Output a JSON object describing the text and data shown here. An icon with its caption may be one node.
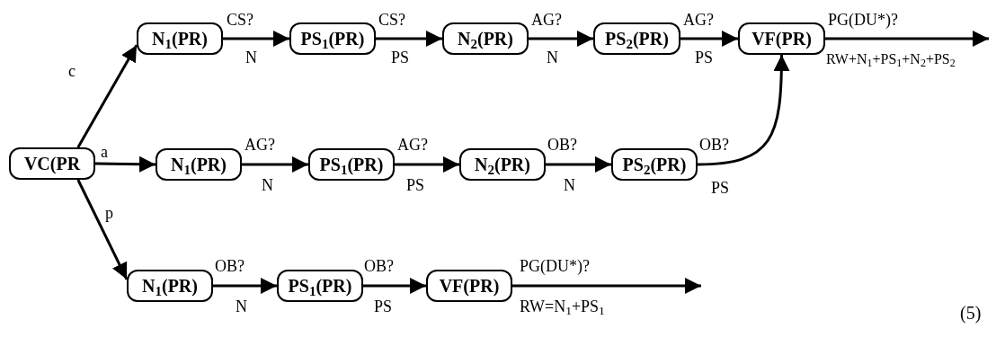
{
  "diagram": {
    "nodes": [
      {
        "text": [
          "VC(PR"
        ]
      },
      {
        "text": [
          "N$_{1}$(PR)"
        ]
      },
      {
        "text": [
          "PS$_{1}$(PR)"
        ]
      },
      {
        "text": [
          "N$_{2}$(PR)"
        ]
      },
      {
        "text": [
          "PS$_{2}$(PR)"
        ]
      },
      {
        "text": [
          "VF(PR)"
        ]
      },
      {
        "text": [
          "N$_{1}$(PR)"
        ]
      },
      {
        "text": [
          "PS$_{1}$(PR)"
        ]
      },
      {
        "text": [
          "N$_{2}$(PR)"
        ]
      },
      {
        "text": [
          "PS$_{2}$(PR)"
        ]
      },
      {
        "text": [
          "N$_{1}$(PR)"
        ]
      },
      {
        "text": [
          "PS$_{1}$(PR)"
        ]
      },
      {
        "text": [
          "VF(PR)"
        ]
      }
    ],
    "edges": [
      {
        "from": 0,
        "to": 1,
        "arrow": "to",
        "label": "c"
      },
      {
        "from": 1,
        "to": 2,
        "arrow": "to",
        "label": "CS?"
      },
      {
        "from": 2,
        "to": 3,
        "arrow": "to",
        "label": "CS?"
      },
      {
        "from": 3,
        "to": 4,
        "arrow": "to",
        "label": "AG?"
      },
      {
        "from": 4,
        "to": 5,
        "arrow": "to",
        "label": "AG?"
      },
      {
        "from": 5,
        "to": null,
        "arrow": "to",
        "label": "PG(DU*)?"
      },
      {
        "from": 0,
        "to": 6,
        "arrow": "to",
        "label": "a"
      },
      {
        "from": 6,
        "to": 7,
        "arrow": "to",
        "label": "AG?"
      },
      {
        "from": 7,
        "to": 8,
        "arrow": "to",
        "label": "AG?"
      },
      {
        "from": 8,
        "to": 9,
        "arrow": "to",
        "label": "OB?"
      },
      {
        "from": 9,
        "to": 5,
        "arrow": "to",
        "label": "OB?"
      },
      {
        "from": 0,
        "to": 10,
        "arrow": "to",
        "label": "p"
      },
      {
        "from": 10,
        "to": 11,
        "arrow": "to",
        "label": "OB?"
      },
      {
        "from": 11,
        "to": 12,
        "arrow": "to",
        "label": "OB?"
      },
      {
        "from": 12,
        "to": null,
        "arrow": "to",
        "label": "PG(DU*)?"
      }
    ],
    "labels": [
      "N",
      "PS",
      "N",
      "PS",
      "RW+N$_{1}$+PS$_{1}$+N$_{2}$+PS$_{2}$",
      "N",
      "PS",
      "N",
      "PS",
      "N",
      "PS",
      "RW=N$_{1}$+PS$_{1}$",
      "(5)"
    ]
  }
}
